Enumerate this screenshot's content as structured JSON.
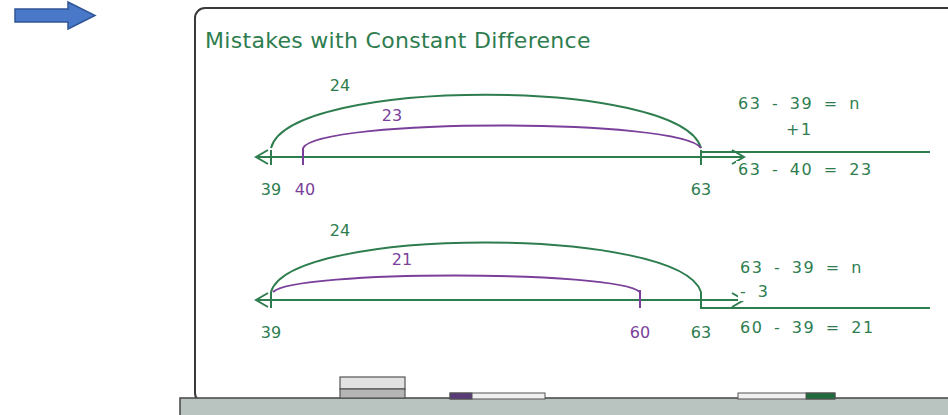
{
  "diagram": {
    "title": "Mistakes with Constant Difference",
    "labels": [
      "24",
      "23",
      "39",
      "40",
      "63",
      "63 - 39 = n",
      "+1",
      "63 - 40 = 23",
      "24",
      "21",
      "39",
      "60",
      "63",
      "63 - 39 = n",
      "- 3",
      "60 - 39 = 21"
    ]
  }
}
